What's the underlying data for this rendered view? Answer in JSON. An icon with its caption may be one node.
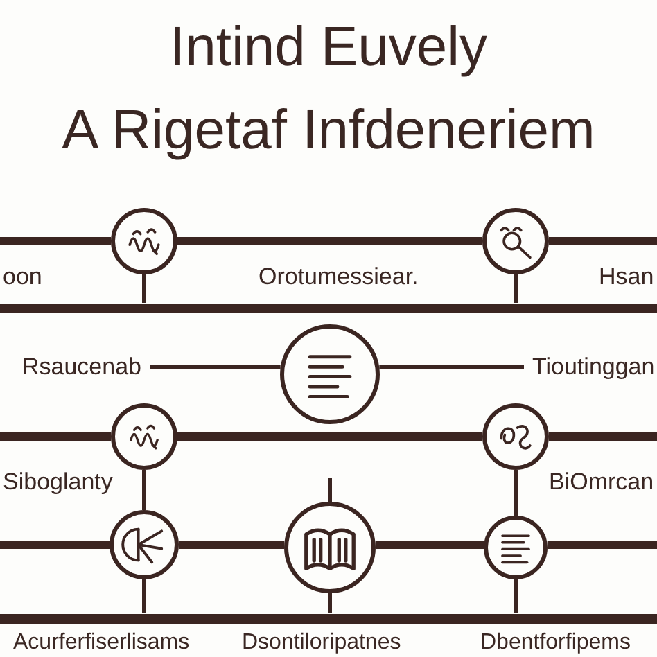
{
  "diagram": {
    "title": "Intind Euvely A Rigetaf Infdeneriem",
    "nodes": [
      {
        "text": [],
        "shape": "circle"
      },
      {
        "text": [],
        "shape": "circle"
      },
      {
        "text": [],
        "shape": "bar"
      },
      {
        "text": [
          "Rsaucenab"
        ]
      },
      {
        "text": [],
        "shape": "circle"
      },
      {
        "text": [
          "Tioutinggan"
        ]
      },
      {
        "text": [],
        "shape": "circle"
      },
      {
        "text": [],
        "shape": "circle"
      },
      {
        "text": [],
        "shape": "circle"
      },
      {
        "text": [],
        "shape": "circle"
      },
      {
        "text": [],
        "shape": "circle"
      },
      {
        "text": [],
        "shape": "bar"
      }
    ],
    "edges": [
      {
        "from": null,
        "to": 0,
        "arrow": "none",
        "style": "thick"
      },
      {
        "from": 0,
        "to": 1,
        "arrow": "none",
        "style": "thick"
      },
      {
        "from": 1,
        "to": null,
        "arrow": "none",
        "style": "thick"
      },
      {
        "from": 0,
        "to": 2,
        "arrow": "none"
      },
      {
        "from": 1,
        "to": 2,
        "arrow": "none"
      },
      {
        "from": 3,
        "to": 4,
        "arrow": "none"
      },
      {
        "from": 4,
        "to": 5,
        "arrow": "none"
      },
      {
        "from": null,
        "to": 6,
        "arrow": "none",
        "style": "thick"
      },
      {
        "from": 6,
        "to": 7,
        "arrow": "none",
        "style": "thick"
      },
      {
        "from": 7,
        "to": null,
        "arrow": "none",
        "style": "thick"
      },
      {
        "from": 6,
        "to": 8,
        "arrow": "none"
      },
      {
        "from": 7,
        "to": 10,
        "arrow": "none"
      },
      {
        "from": null,
        "to": 9,
        "arrow": "none"
      },
      {
        "from": null,
        "to": 8,
        "arrow": "none",
        "style": "thick"
      },
      {
        "from": 8,
        "to": 9,
        "arrow": "none",
        "style": "thick"
      },
      {
        "from": 9,
        "to": 10,
        "arrow": "none",
        "style": "thick"
      },
      {
        "from": 10,
        "to": null,
        "arrow": "none",
        "style": "thick"
      },
      {
        "from": 8,
        "to": 11,
        "arrow": "none"
      },
      {
        "from": 9,
        "to": 11,
        "arrow": "none"
      },
      {
        "from": 10,
        "to": 11,
        "arrow": "none"
      }
    ],
    "labels": [
      "oon",
      "Orotumessiear.",
      "Hsan",
      "Siboglanty",
      "BiOmrcan",
      "Acurferfiserlisams",
      "Dsontiloripatnes",
      "Dbentforfipems"
    ]
  }
}
